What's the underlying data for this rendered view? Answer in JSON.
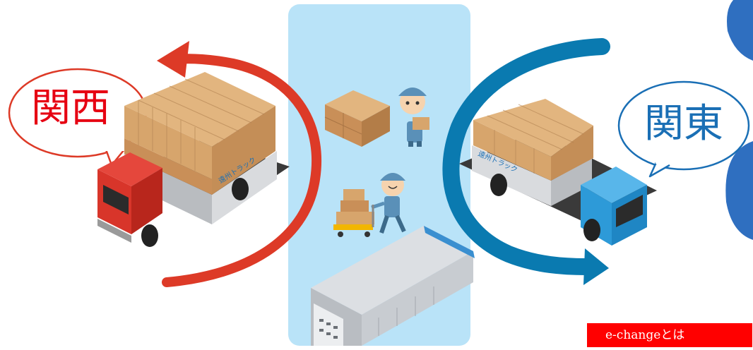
{
  "labels": {
    "west": "関西",
    "east": "関東"
  },
  "truck_branding": "遠州トラック",
  "cta": {
    "label": "e-changeとは"
  },
  "colors": {
    "west_accent": "#e60012",
    "west_arrow": "#dd3a27",
    "east_accent": "#1a6fb5",
    "east_arrow": "#0a7ab0",
    "hub_panel": "#b9e3f8",
    "cta_bg": "#ff0000",
    "side_tab": "#2f6fc0"
  },
  "icons": [
    "curved-arrow-left-icon",
    "curved-arrow-right-icon",
    "red-truck-icon",
    "blue-truck-icon",
    "worker-icon",
    "cardboard-box-icon",
    "hand-cart-icon",
    "warehouse-icon"
  ]
}
